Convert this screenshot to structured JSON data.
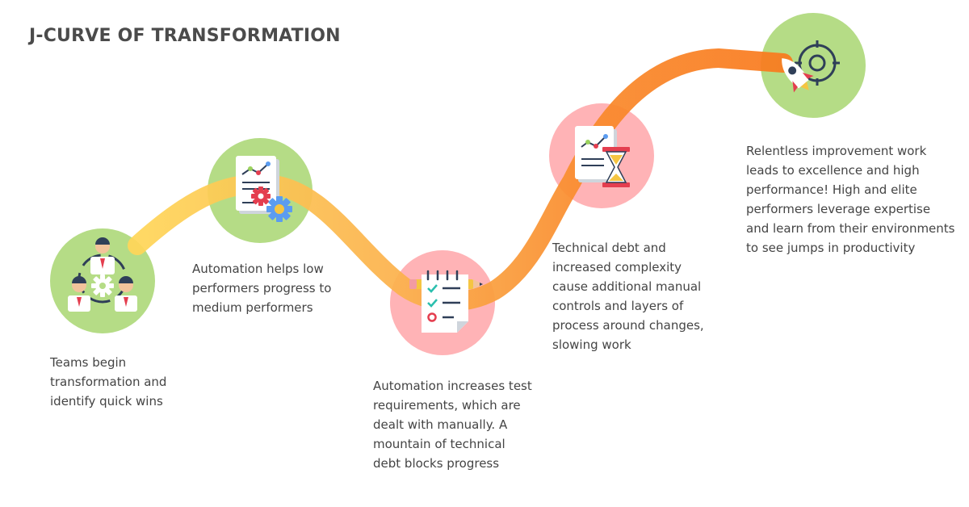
{
  "title": "J-CURVE OF TRANSFORMATION",
  "colors": {
    "green_circle": "#b5dc86",
    "pink_circle": "#ffb3b6",
    "curve_start": "#ffd659",
    "curve_end": "#f97a1e"
  },
  "stages": [
    {
      "icon": "team-gear-icon",
      "lines": [
        "Teams begin",
        "transformation and",
        "identify quick wins"
      ]
    },
    {
      "icon": "report-gear-icon",
      "lines": [
        "Automation helps low",
        "performers progress to",
        "medium performers"
      ]
    },
    {
      "icon": "checklist-pencil-icon",
      "lines": [
        "Automation increases test",
        "requirements, which are",
        "dealt with manually. A",
        "mountain of technical",
        "debt blocks progress"
      ]
    },
    {
      "icon": "report-hourglass-icon",
      "lines": [
        "Technical debt and",
        "increased complexity",
        "cause additional manual",
        "controls and layers of",
        "process around changes,",
        "slowing work"
      ]
    },
    {
      "icon": "rocket-target-icon",
      "lines": [
        "Relentless improvement work",
        "leads to excellence and high",
        "performance! High and elite",
        "performers leverage expertise",
        "and learn from their environments",
        "to see jumps in productivity"
      ]
    }
  ]
}
